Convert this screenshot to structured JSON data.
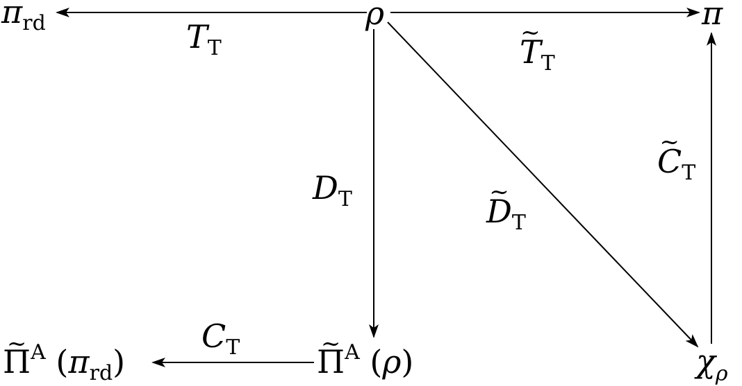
{
  "nodes": {
    "pi_rd": {
      "base": "π",
      "sub": "rd"
    },
    "rho": {
      "base": "ρ"
    },
    "pi": {
      "base": "π"
    },
    "pi_A_pi_rd": {
      "base": "Π",
      "sup": "A",
      "arg_open": "(",
      "arg_base": "π",
      "arg_sub": "rd",
      "arg_close": ")"
    },
    "pi_A_rho": {
      "base": "Π",
      "sup": "A",
      "arg_open": "(",
      "arg_base": "ρ",
      "arg_close": ")"
    },
    "chi_rho": {
      "base": "χ",
      "sub": "ρ"
    }
  },
  "edges": {
    "T_T": {
      "base": "T",
      "sub": "T",
      "tilde": false
    },
    "T_tilde_T": {
      "base": "T",
      "sub": "T",
      "tilde": true
    },
    "D_T": {
      "base": "D",
      "sub": "T",
      "tilde": false
    },
    "D_tilde_T": {
      "base": "D",
      "sub": "T",
      "tilde": true
    },
    "C_T": {
      "base": "C",
      "sub": "T",
      "tilde": false
    },
    "C_tilde_T": {
      "base": "C",
      "sub": "T",
      "tilde": true
    }
  }
}
